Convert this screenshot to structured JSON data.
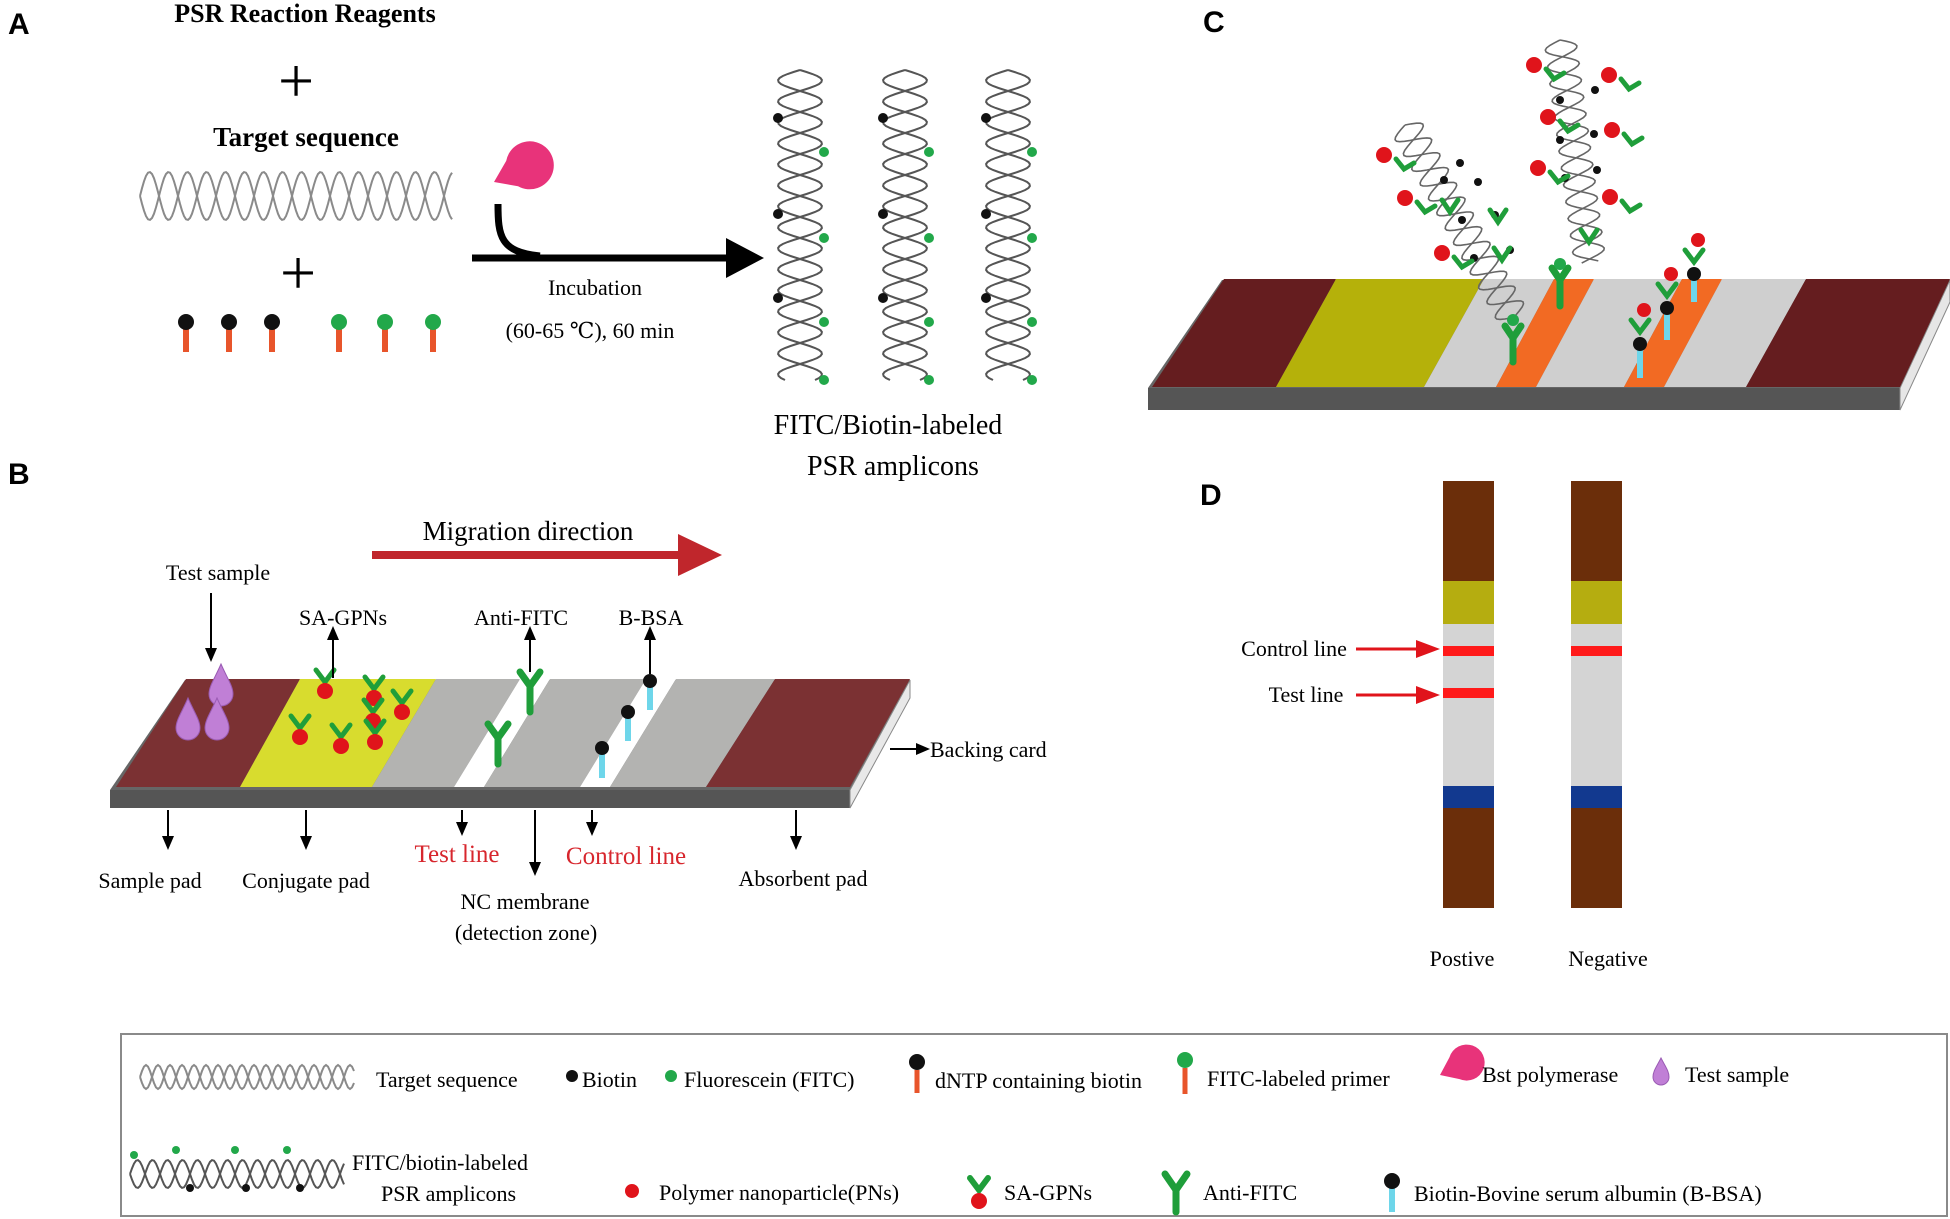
{
  "panels": {
    "a": "A",
    "b": "B",
    "c": "C",
    "d": "D"
  },
  "panel_a": {
    "reagents": "PSR Reaction Reagents",
    "plus": "+",
    "target": "Target sequence",
    "incubation": "Incubation",
    "conditions": "(60-65 ℃), 60 min",
    "amplicons_line1": "FITC/Biotin-labeled",
    "amplicons_line2": "PSR amplicons"
  },
  "panel_b": {
    "migration": "Migration direction",
    "test_sample": "Test sample",
    "sa_gpns": "SA-GPNs",
    "anti_fitc": "Anti-FITC",
    "b_bsa": "B-BSA",
    "backing": "Backing card",
    "sample_pad": "Sample pad",
    "conjugate_pad": "Conjugate pad",
    "test_line": "Test line",
    "control_line": "Control line",
    "nc_line1": "NC membrane",
    "nc_line2": "(detection zone)",
    "absorbent": "Absorbent pad"
  },
  "panel_d": {
    "control_line": "Control line",
    "test_line": "Test line",
    "positive": "Postive",
    "negative": "Negative"
  },
  "legend": {
    "target": "Target sequence",
    "biotin": "Biotin",
    "fitc": "Fluorescein (FITC)",
    "dntp": "dNTP containing biotin",
    "primer": "FITC-labeled primer",
    "bst": "Bst polymerase",
    "sample": "Test sample",
    "amp_line1": "FITC/biotin-labeled",
    "amp_line2": "PSR amplicons",
    "pns": "Polymer nanoparticle(PNs)",
    "sagpns": "SA-GPNs",
    "antifitc": "Anti-FITC",
    "bbsa": "Biotin-Bovine serum albumin (B-BSA)"
  },
  "colors": {
    "biotin": "#111111",
    "fitc": "#22a84a",
    "primer_stem": "#e8552b",
    "polymerase": "#e8337a",
    "nanoparticle": "#e0141b",
    "antibody": "#1f9e3a",
    "bsa": "#6ed6ea",
    "sample_drop": "#c07fd6",
    "pad_maroon": "#7b3133",
    "conjugate_yellow": "#d8dc2e",
    "membrane_gray": "#b3b3b1",
    "arrow_red": "#c0262c",
    "line_red": "#ff1a1a",
    "strip_brown": "#6b2e0a",
    "strip_olive": "#b5ad10",
    "strip_blue": "#12398f",
    "strip_gray": "#d4d4d4"
  }
}
